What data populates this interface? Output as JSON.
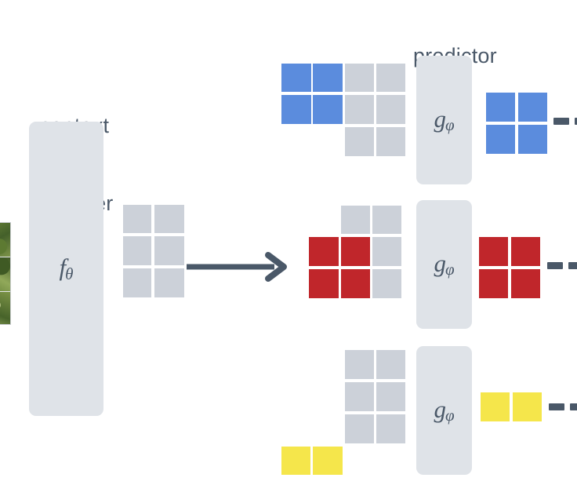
{
  "figure": {
    "title_context_encoder_line1": "context",
    "title_context_encoder_line2": "encoder",
    "title_predictor": "predictor",
    "encoder_symbol_base": "f",
    "encoder_symbol_sub": "θ",
    "predictor_symbol_base": "g",
    "predictor_symbol_sub": "φ"
  },
  "colors": {
    "text": "#4a5868",
    "module_fill": "#dfe3e8",
    "patch_gray": "#ccd1d9",
    "target_blue": "#5b8cdd",
    "target_red": "#c0262b",
    "target_yellow": "#f5e64b",
    "arrow": "#4a5868",
    "background": "#ffffff"
  },
  "modules": {
    "context_encoder": {
      "symbol": "fθ"
    },
    "predictors": [
      {
        "symbol": "gφ"
      },
      {
        "symbol": "gφ"
      },
      {
        "symbol": "gφ"
      }
    ]
  },
  "grids": {
    "context_tokens": {
      "name": "context-token-grid",
      "cols": 2,
      "rows": 3,
      "cells": [
        "gray",
        "gray",
        "gray",
        "gray",
        "gray",
        "gray"
      ]
    },
    "target_block_blue": {
      "name": "blue-target-mask-grid",
      "cols": 4,
      "rows": 3,
      "cells": [
        "blue",
        "blue",
        "gray",
        "gray",
        "blue",
        "blue",
        "gray",
        "gray",
        "none",
        "none",
        "gray",
        "gray"
      ]
    },
    "target_block_red": {
      "name": "red-target-mask-grid",
      "cols": 3,
      "rows": 3,
      "cells": [
        "none",
        "gray",
        "gray",
        "red",
        "red",
        "gray",
        "red",
        "red",
        "gray"
      ]
    },
    "target_block_yellow": {
      "name": "yellow-target-mask-grid",
      "cols": 4,
      "rows": 4,
      "cells": [
        "none",
        "none",
        "gray",
        "gray",
        "none",
        "none",
        "gray",
        "gray",
        "none",
        "none",
        "gray",
        "gray",
        "yellow",
        "yellow",
        "none",
        "none"
      ]
    }
  },
  "predictions": {
    "blue": {
      "cols": 2,
      "rows": 2,
      "color": "blue"
    },
    "red": {
      "cols": 2,
      "rows": 2,
      "color": "red"
    },
    "yellow": {
      "cols": 2,
      "rows": 1,
      "color": "yellow"
    }
  },
  "dashes": {
    "count_per_row": 2,
    "rows": [
      "blue-row",
      "red-row",
      "yellow-row"
    ]
  },
  "arrow": {
    "name": "context-to-targets-arrow",
    "direction": "right"
  },
  "source_image": {
    "name": "input-image-thumbnail",
    "tiles": 3,
    "description": "nature photograph tiles"
  }
}
